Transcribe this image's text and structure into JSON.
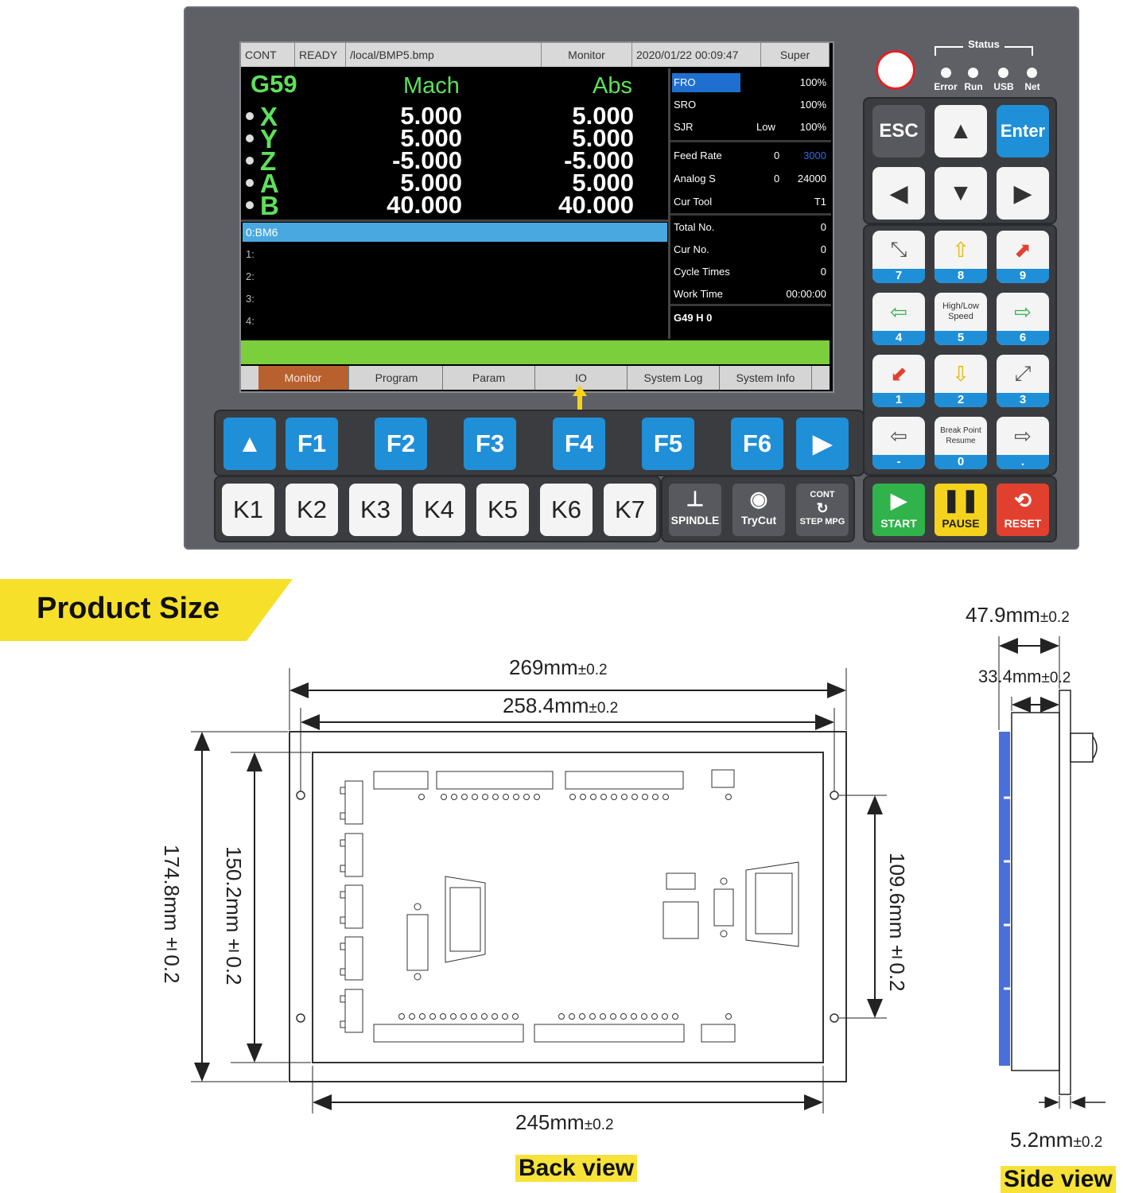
{
  "status_bar": {
    "mode": "CONT",
    "state": "READY",
    "file": "/local/BMP5.bmp",
    "page": "Monitor",
    "datetime": "2020/01/22 00:09:47",
    "user": "Super"
  },
  "coords": {
    "wcs": "G59",
    "mach_header": "Mach",
    "abs_header": "Abs",
    "axes": [
      {
        "name": "X",
        "mach": "5.000",
        "abs": "5.000"
      },
      {
        "name": "Y",
        "mach": "5.000",
        "abs": "5.000"
      },
      {
        "name": "Z",
        "mach": "-5.000",
        "abs": "-5.000"
      },
      {
        "name": "A",
        "mach": "5.000",
        "abs": "5.000"
      },
      {
        "name": "B",
        "mach": "40.000",
        "abs": "40.000"
      }
    ]
  },
  "right_panel": {
    "fro": {
      "label": "FRO",
      "value": "100%"
    },
    "sro": {
      "label": "SRO",
      "value": "100%"
    },
    "sjr": {
      "label": "SJR",
      "mode": "Low",
      "value": "100%"
    },
    "feed_rate": {
      "label": "Feed Rate",
      "value": "0",
      "limit": "3000"
    },
    "analog_s": {
      "label": "Analog S",
      "value": "0",
      "limit": "24000"
    },
    "cur_tool": {
      "label": "Cur Tool",
      "value": "T1"
    },
    "total_no": {
      "label": "Total No.",
      "value": "0"
    },
    "cur_no": {
      "label": "Cur No.",
      "value": "0"
    },
    "cycle_times": {
      "label": "Cycle Times",
      "value": "0"
    },
    "work_time": {
      "label": "Work Time",
      "value": "00:00:00"
    },
    "gcode": "G49 H 0"
  },
  "program": {
    "lines": [
      "0:BM6",
      "1:",
      "2:",
      "3:",
      "4:"
    ]
  },
  "tabs": [
    "Monitor",
    "Program",
    "Param",
    "IO",
    "System Log",
    "System Info"
  ],
  "status_leds": {
    "title": "Status",
    "labels": [
      "Error",
      "Run",
      "USB",
      "Net"
    ]
  },
  "nav_keys": {
    "esc": "ESC",
    "enter": "Enter"
  },
  "num_keys": [
    {
      "num": "7"
    },
    {
      "num": "8"
    },
    {
      "num": "9"
    },
    {
      "num": "4"
    },
    {
      "num": "5",
      "text": "High/Low Speed"
    },
    {
      "num": "6"
    },
    {
      "num": "1"
    },
    {
      "num": "2"
    },
    {
      "num": "3"
    },
    {
      "num": "-"
    },
    {
      "num": "0",
      "text": "Break Point Resume"
    },
    {
      "num": "."
    }
  ],
  "f_keys": [
    "F1",
    "F2",
    "F3",
    "F4",
    "F5",
    "F6"
  ],
  "k_keys": [
    "K1",
    "K2",
    "K3",
    "K4",
    "K5",
    "K6",
    "K7"
  ],
  "func_keys": {
    "spindle": "SPINDLE",
    "trycut": "TryCut",
    "cont": "CONT",
    "step_mpg": "STEP MPG",
    "start": "START",
    "pause": "PAUSE",
    "reset": "RESET"
  },
  "colors": {
    "start": "#2fb34a",
    "pause": "#f5d31c",
    "reset": "#e2402f",
    "blue_key": "#1f8fd8"
  },
  "product_size": {
    "heading": "Product Size",
    "dims": {
      "w_outer": "269mm",
      "w_outer_tol": "±0.2",
      "w_inner": "258.4mm",
      "w_inner_tol": "±0.2",
      "w_bottom": "245mm",
      "w_bottom_tol": "±0.2",
      "h_outer": "174.8mm±0.2",
      "h_inner": "150.2mm±0.2",
      "h_holes": "109.6mm±0.2",
      "depth": "47.9mm",
      "depth_tol": "±0.2",
      "body": "33.4mm",
      "body_tol": "±0.2",
      "face": "5.2mm",
      "face_tol": "±0.2"
    },
    "captions": {
      "back": "Back view",
      "side": "Side view"
    }
  }
}
